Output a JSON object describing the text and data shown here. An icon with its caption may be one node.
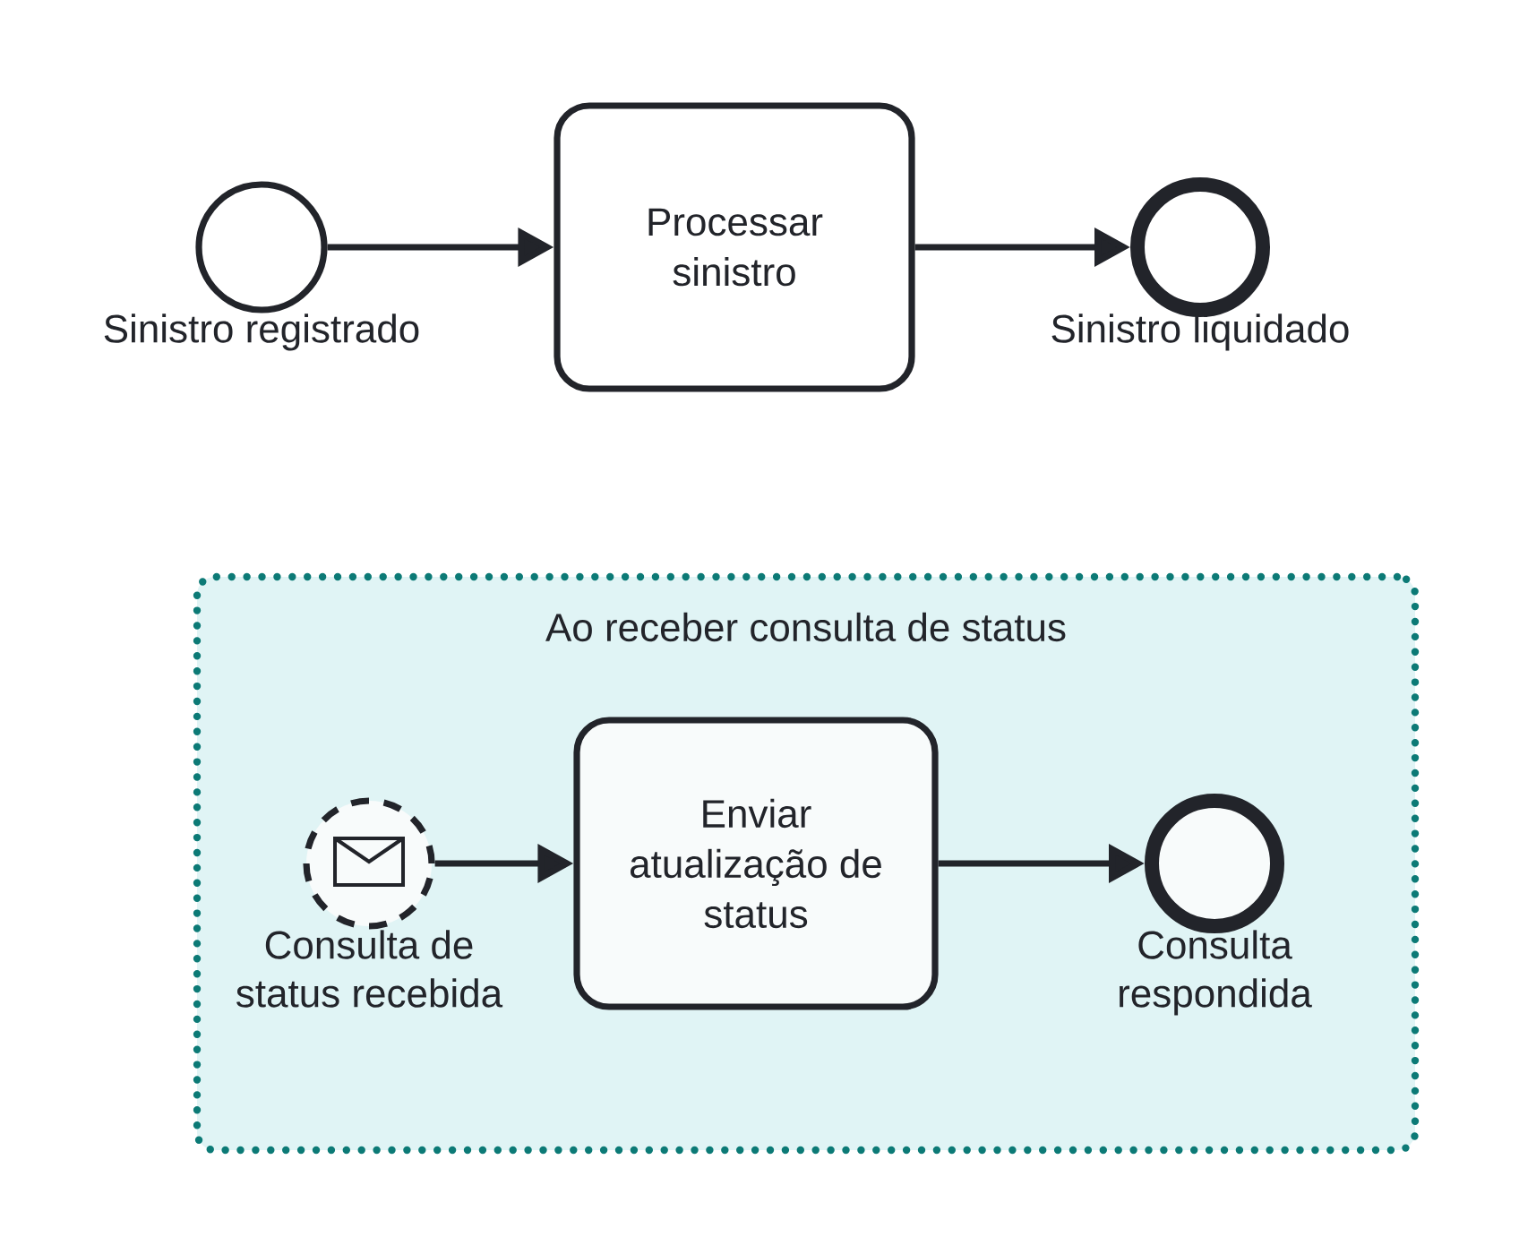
{
  "diagram": {
    "nodes": [
      {
        "text": [],
        "shape": "circle",
        "beside": [
          "Sinistro registrado"
        ]
      },
      {
        "text": [
          "Processar sinistro"
        ]
      },
      {
        "text": [],
        "shape": "circle",
        "beside": [
          "Sinistro liquidado"
        ]
      },
      {
        "text": [
          "Ao receber consulta de status"
        ]
      },
      {
        "text": [],
        "shape": "circle",
        "in": 3,
        "beside": [
          "Consulta de status recebida"
        ]
      },
      {
        "text": [
          "Enviar atualização de status"
        ],
        "in": 3
      },
      {
        "text": [],
        "shape": "circle",
        "in": 3,
        "beside": [
          "Consulta respondida"
        ]
      }
    ],
    "edges": [
      {
        "from": 0,
        "to": 1,
        "arrow": "to"
      },
      {
        "from": 1,
        "to": 2,
        "arrow": "to"
      },
      {
        "from": 4,
        "to": 5,
        "arrow": "to"
      },
      {
        "from": 5,
        "to": 6,
        "arrow": "to"
      }
    ]
  }
}
